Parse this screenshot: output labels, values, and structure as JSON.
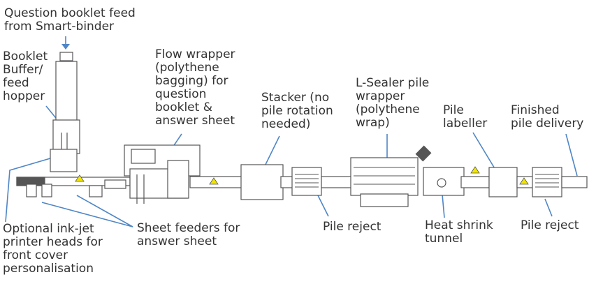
{
  "diagram": {
    "labels": {
      "booklet_feed": "Question booklet feed\nfrom Smart-binder",
      "buffer_hopper": "Booklet\nBuffer/\nfeed\nhopper",
      "flow_wrapper": "Flow wrapper\n(polythene\nbagging) for\nquestion\nbooklet &\nanswer sheet",
      "stacker": "Stacker (no\npile rotation\nneeded)",
      "l_sealer": "L-Sealer pile\nwrapper\n(polythene\nwrap)",
      "pile_labeller": "Pile\nlabeller",
      "finished_delivery": "Finished\npile delivery",
      "pile_reject_1": "Pile reject",
      "heat_shrink": "Heat shrink\ntunnel",
      "pile_reject_2": "Pile reject",
      "sheet_feeders": "Sheet feeders for\nanswer sheet",
      "inkjet": "Optional ink-jet\nprinter heads for\nfront cover\npersonalisation"
    },
    "colors": {
      "text": "#333333",
      "leader_line": "#4f86c6",
      "machine_outline": "#555555",
      "warning_triangle": "#f2e600"
    }
  }
}
